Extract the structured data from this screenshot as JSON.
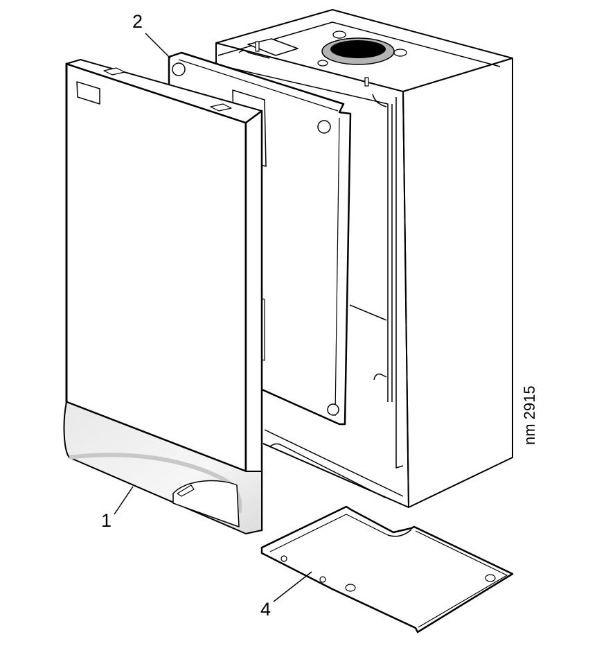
{
  "figure": {
    "type": "exploded-view technical drawing",
    "reference_code": "nm 2915",
    "callouts": [
      {
        "number": "1",
        "part": "front-casing-panel"
      },
      {
        "number": "2",
        "part": "inner-cover-panel"
      },
      {
        "number": "4",
        "part": "bottom-cover-plate"
      }
    ]
  },
  "colors": {
    "line": "#000000",
    "background": "#ffffff",
    "flue_gasket": "#b4b4b4",
    "flue_opening": "#000000",
    "panel_shading": "#e6e6e6"
  }
}
